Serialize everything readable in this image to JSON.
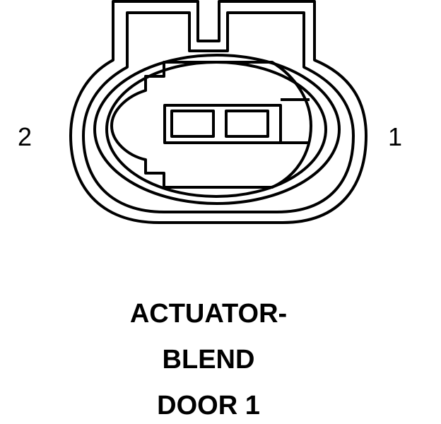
{
  "connector": {
    "pins": [
      {
        "number": "2"
      },
      {
        "number": "1"
      }
    ]
  },
  "caption": {
    "lines": [
      "ACTUATOR-",
      "BLEND",
      "DOOR 1"
    ]
  },
  "colors": {
    "line": "#000000",
    "background": "#ffffff"
  }
}
